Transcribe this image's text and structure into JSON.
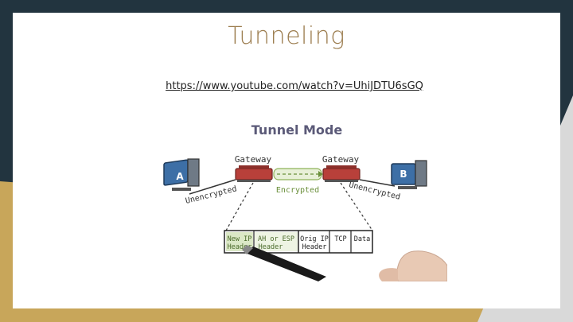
{
  "slide": {
    "title": "Tunneling",
    "link_text": "https://www.youtube.com/watch?v=UhiJDTU6sGQ"
  },
  "diagram": {
    "heading": "Tunnel Mode",
    "gateway_left": "Gateway",
    "gateway_right": "Gateway",
    "host_a": "A",
    "host_b": "B",
    "label_unencrypted_left": "Unencrypted",
    "label_encrypted": "Encrypted",
    "label_unencrypted_right": "Unencrypted",
    "packet": {
      "cell1_line1": "New IP",
      "cell1_line2": "Header",
      "cell2_line1": "AH or ESP",
      "cell2_line2": "Header",
      "cell3_line1": "Orig IP",
      "cell3_line2": "Header",
      "cell4": "TCP",
      "cell5": "Data"
    }
  },
  "colors": {
    "title": "#9c7d4f",
    "background_dark": "#22343f",
    "gold": "#c8a65a",
    "gateway_red": "#b8403a",
    "encrypted_green": "#8fb25a",
    "host_blue": "#3d6fa6"
  }
}
